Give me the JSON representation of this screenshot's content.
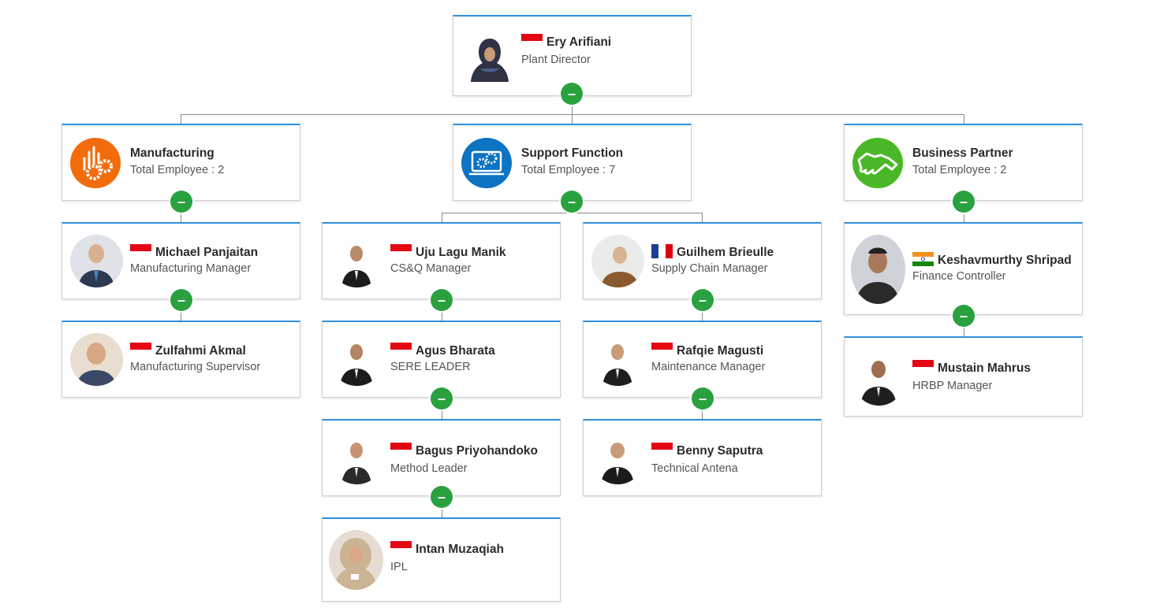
{
  "collapse_label": "–",
  "colors": {
    "accent_border": "#2e8fdc",
    "toggle": "#2aa13f",
    "manufacturing": "#f36c0c",
    "support": "#0d73c3",
    "business": "#4ab826"
  },
  "director": {
    "name": "Ery Arifiani",
    "title": "Plant Director",
    "flag": "indonesia-flag"
  },
  "departments": [
    {
      "name": "Manufacturing",
      "count_text": "Total Employee : 2",
      "icon": "factory-gears-icon"
    },
    {
      "name": "Support Function",
      "count_text": "Total Employee : 7",
      "icon": "monitor-gears-icon"
    },
    {
      "name": "Business Partner",
      "count_text": "Total Employee : 2",
      "icon": "handshake-icon"
    }
  ],
  "people": {
    "michael": {
      "name": "Michael Panjaitan",
      "title": "Manufacturing Manager",
      "flag": "indonesia-flag"
    },
    "zulfahmi": {
      "name": "Zulfahmi Akmal",
      "title": "Manufacturing Supervisor",
      "flag": "indonesia-flag"
    },
    "uju": {
      "name": "Uju Lagu Manik",
      "title": "CS&Q Manager",
      "flag": "indonesia-flag"
    },
    "agus": {
      "name": "Agus Bharata",
      "title": "SERE LEADER",
      "flag": "indonesia-flag"
    },
    "bagus": {
      "name": "Bagus Priyohandoko",
      "title": "Method Leader",
      "flag": "indonesia-flag"
    },
    "intan": {
      "name": "Intan Muzaqiah",
      "title": "IPL",
      "flag": "indonesia-flag"
    },
    "guilhem": {
      "name": "Guilhem Brieulle",
      "title": "Supply Chain Manager",
      "flag": "france-flag"
    },
    "rafqie": {
      "name": "Rafqie Magusti",
      "title": "Maintenance Manager",
      "flag": "indonesia-flag"
    },
    "benny": {
      "name": "Benny Saputra",
      "title": "Technical Antena",
      "flag": "indonesia-flag"
    },
    "keshav": {
      "name": "Keshavmurthy Shripad",
      "title": "Finance Controller",
      "flag": "india-flag"
    },
    "mustain": {
      "name": "Mustain Mahrus",
      "title": "HRBP Manager",
      "flag": "indonesia-flag"
    }
  }
}
